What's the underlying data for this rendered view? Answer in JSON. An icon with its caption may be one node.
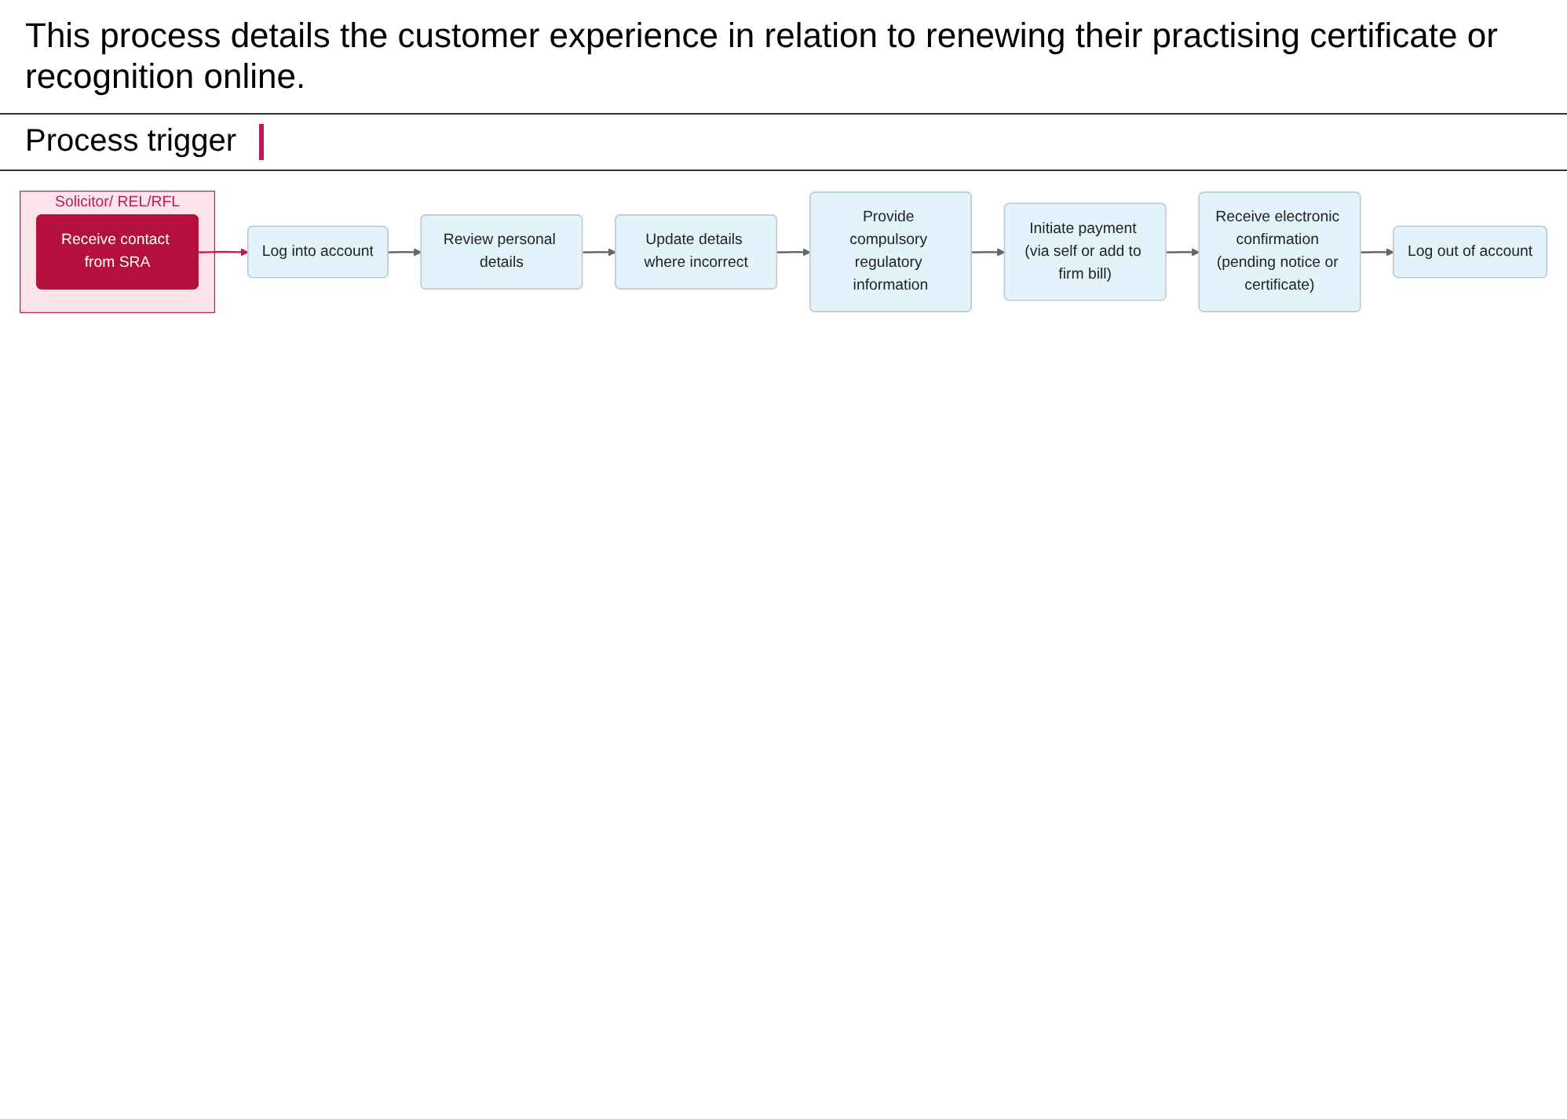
{
  "diagram": {
    "title": "This process details the customer experience in relation to renewing their practising certificate or recognition online.",
    "nodes": [
      {
        "text": [
          "Solicitor/ REL/RFL"
        ]
      },
      {
        "text": [
          "Receive contact from SRA"
        ],
        "in": 0
      },
      {
        "text": [
          "Log into account"
        ]
      },
      {
        "text": [
          "Review personal details"
        ]
      },
      {
        "text": [
          "Update details where incorrect"
        ]
      },
      {
        "text": [
          "Provide compulsory regulatory information"
        ]
      },
      {
        "text": [
          "Initiate payment (via self or add to firm bill)"
        ]
      },
      {
        "text": [
          "Receive electronic confirmation (pending notice or certificate)"
        ]
      },
      {
        "text": [
          "Log out of account"
        ]
      }
    ],
    "edges": [
      {
        "from": 1,
        "to": 2,
        "arrow": "to",
        "color": "#c2185b"
      },
      {
        "from": 2,
        "to": 3,
        "arrow": "to"
      },
      {
        "from": 3,
        "to": 4,
        "arrow": "to"
      },
      {
        "from": 4,
        "to": 5,
        "arrow": "to"
      },
      {
        "from": 5,
        "to": 6,
        "arrow": "to"
      },
      {
        "from": 6,
        "to": 7,
        "arrow": "to"
      },
      {
        "from": 7,
        "to": 8,
        "arrow": "to"
      }
    ],
    "labels": [
      "Process trigger"
    ]
  }
}
